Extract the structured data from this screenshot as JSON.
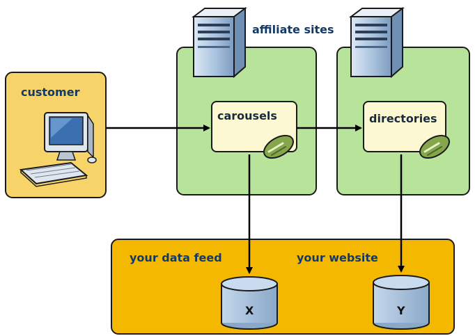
{
  "labels": {
    "customer": "customer",
    "affiliate_sites": "affiliate sites",
    "carousels": "carousels",
    "directories": "directories",
    "your_data_feed": "your data feed",
    "your_website": "your website",
    "db_x": "X",
    "db_y": "Y"
  },
  "colors": {
    "customer_box": "#f7d46a",
    "affiliate_box": "#b8e39a",
    "inner_box": "#fcf9d2",
    "bottom_box": "#f5b800",
    "label_blue": "#133a66",
    "database": "#9fbad6",
    "server": "#95b2d2",
    "arrow": "#000000"
  },
  "icons": {
    "computer": "computer-icon",
    "server": "server-icon",
    "link": "link-pill-icon",
    "database": "database-icon"
  }
}
